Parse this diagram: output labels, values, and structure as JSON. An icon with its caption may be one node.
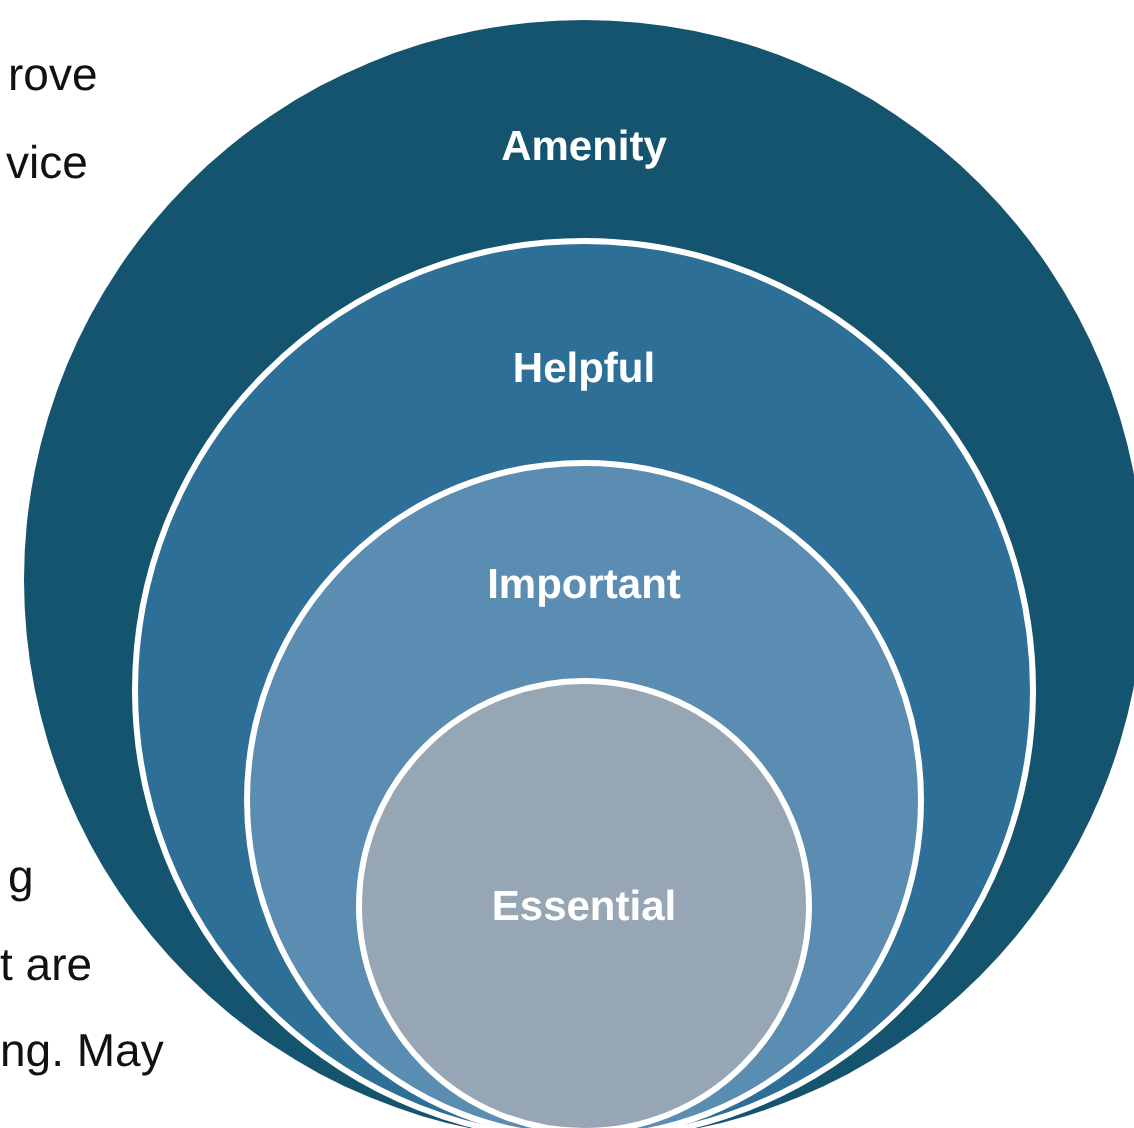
{
  "diagram": {
    "nodes": [
      {
        "text": [
          "Amenity"
        ]
      },
      {
        "text": [
          "Helpful"
        ],
        "in": 0
      },
      {
        "text": [
          "Important"
        ],
        "in": 1
      },
      {
        "text": [
          "Essential"
        ],
        "in": 2
      }
    ],
    "labels": [
      "rove",
      "vice",
      "g",
      "t are",
      "ng. May"
    ]
  }
}
